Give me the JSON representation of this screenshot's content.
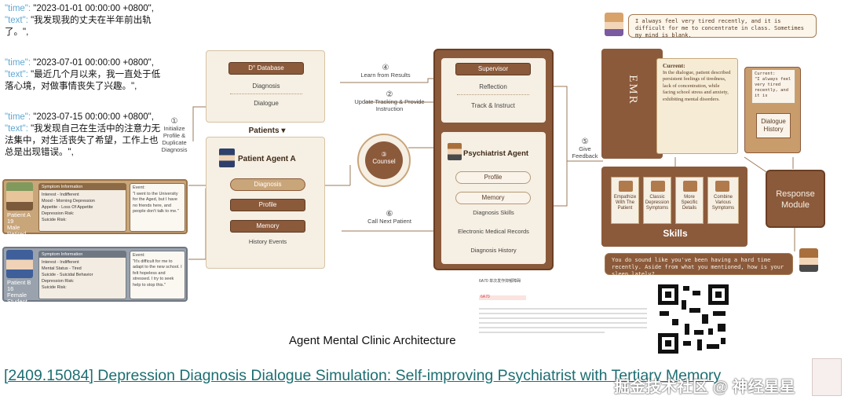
{
  "log": [
    {
      "time_key": "\"time\":",
      "time": " \"2023-01-01 00:00:00 +0800\",",
      "text_key": "\"text\":",
      "text": " \"我发现我的丈夫在半年前出轨了。\","
    },
    {
      "time_key": "\"time\":",
      "time": " \"2023-07-01 00:00:00 +0800\",",
      "text_key": "\"text\":",
      "text": " \"最近几个月以来，我一直处于低落心境，对做事情丧失了兴趣。\","
    },
    {
      "time_key": "\"time\":",
      "time": " \"2023-07-15 00:00:00 +0800\",",
      "text_key": "\"text\":",
      "text": " \"我发现自己在生活中的注意力无法集中，对生活丧失了希望，工作上也总是出现错误。\","
    }
  ],
  "patient_a": {
    "name": "Patient A",
    "details": [
      "19",
      "Male",
      "Retired"
    ],
    "info_title": "Symptom Information",
    "symptoms": [
      "Interest - Indifferent",
      "Mood - Morning Depression",
      "Appetite - Loss Of Appetite"
    ],
    "risks": [
      "Depression Risk:",
      "Suicide Risk:"
    ],
    "event_title": "Event:",
    "event": "\"I went to the University for the Aged, but I have no friends here, and people don't talk to me.\""
  },
  "patient_b": {
    "name": "Patient B",
    "details": [
      "16",
      "Female",
      "Student"
    ],
    "info_title": "Symptom Information",
    "symptoms": [
      "Interest - Indifferent",
      "Mental Status - Tired",
      "Suicide - Suicidal Behavior"
    ],
    "risks": [
      "Depression Risk:",
      "Suicide Risk:"
    ],
    "event_title": "Event:",
    "event": "\"It's difficult for me to adapt to the new school. I felt hopeless and stressed. I try to seek help to stop this.\""
  },
  "database": {
    "title": "D° Database",
    "items": [
      "Diagnosis",
      "Dialogue"
    ]
  },
  "patients_label": "Patients ▾",
  "patient_agent": {
    "title": "Patient Agent A",
    "items": [
      "Diagnosis",
      "Profile",
      "Memory"
    ],
    "memory_sub": "History Events"
  },
  "step1": {
    "num": "①",
    "text": "Initialize Profile & Duplicate Diagnosis"
  },
  "step2": {
    "num": "②",
    "text": "Update Tracking & Provide Instruction"
  },
  "step3": {
    "num": "③",
    "text": "Counsel"
  },
  "step4": {
    "num": "④",
    "text": "Learn from Results"
  },
  "step5": {
    "num": "⑤",
    "text": "Give Feedback"
  },
  "step6": {
    "num": "⑥",
    "text": "Call Next Patient"
  },
  "supervisor": {
    "title": "Supervisor",
    "items": [
      "Reflection",
      "Track & Instruct"
    ]
  },
  "psychiatrist": {
    "title": "Psychiatrist Agent",
    "profile": "Profile",
    "memory": "Memory",
    "memory_items": [
      "Diagnosis Skills",
      "Electronic Medical Records",
      "Diagnosis History"
    ]
  },
  "emr": {
    "label": "EMR",
    "current_title": "Current:",
    "current_text": "In the dialogue, patient described persistent feelings of tiredness, lack of concentration, while facing school stress and anxiety, exhibiting mental disorders."
  },
  "history": {
    "current_title": "Current:",
    "current_text": "\"I always feel very tired recently, and it is difficult for me to concen...",
    "label": "Dialogue History"
  },
  "speech_top": "I always feel very tired recently, and it is difficult for me to concentrate in class. Sometimes my mind is blank.",
  "speech_bottom": "You do sound like you've been having a hard time recently. Aside from what you mentioned, how is your sleep lately?",
  "skills": {
    "title": "Skills",
    "items": [
      "Empathize With The Patient",
      "Classic Depression Symptoms",
      "More Specific Details",
      "Combine Various Symptoms"
    ]
  },
  "response_module": "Response Module",
  "paper_snippet": {
    "title": "6A70 单次发作抑郁障碍",
    "code": "6A70"
  },
  "caption": "Agent Mental Clinic Architecture",
  "link": "[2409.15084] Depression Diagnosis Dialogue Simulation: Self-improving Psychiatrist with Tertiary Memory",
  "watermark": "掘金技术社区 @ 神经星星"
}
